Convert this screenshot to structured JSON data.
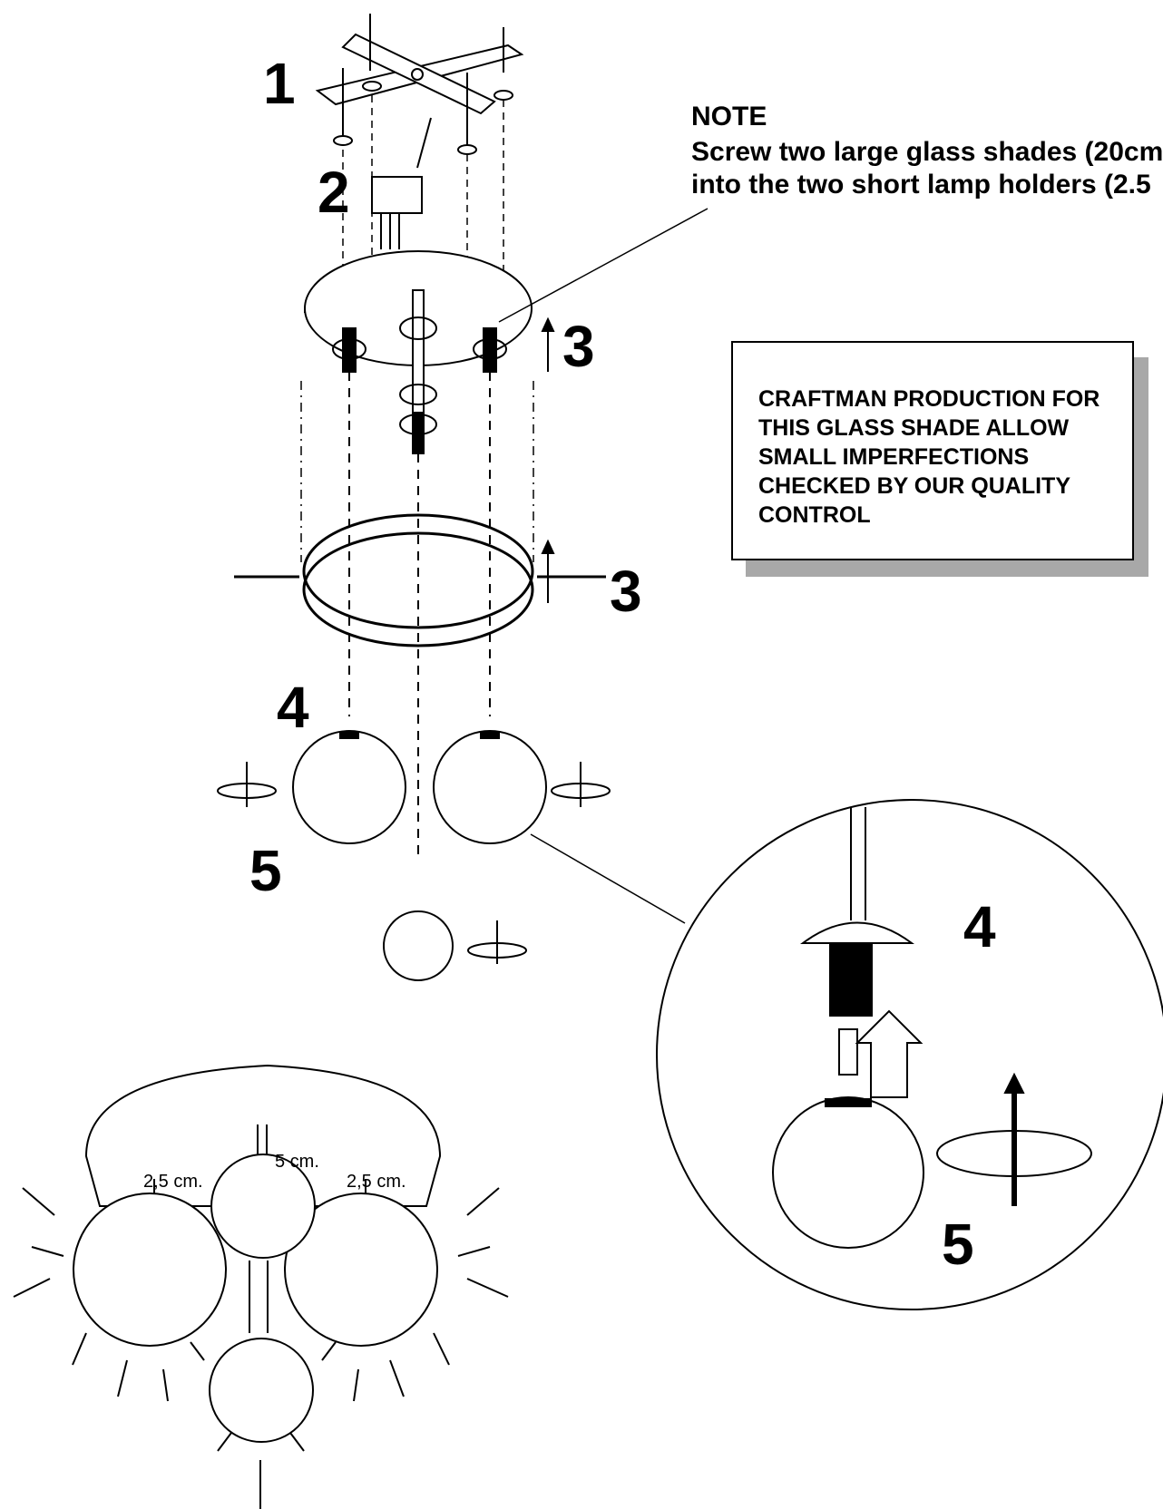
{
  "steps": {
    "s1": "1",
    "s2": "2",
    "s3a": "3",
    "s3b": "3",
    "s4a": "4",
    "s5a": "5",
    "s4b": "4",
    "s5b": "5"
  },
  "note": {
    "title": "NOTE",
    "line1": "Screw two large glass shades (20cm",
    "line2": "into the two short lamp holders (2.5"
  },
  "quality_box": {
    "text": "CRAFTMAN PRODUCTION FOR THIS GLASS SHADE ALLOW SMALL IMPERFECTIONS CHECKED BY OUR QUALITY CONTROL"
  },
  "dimensions": {
    "left": "2,5 cm.",
    "center": "5 cm.",
    "right": "2,5 cm."
  }
}
